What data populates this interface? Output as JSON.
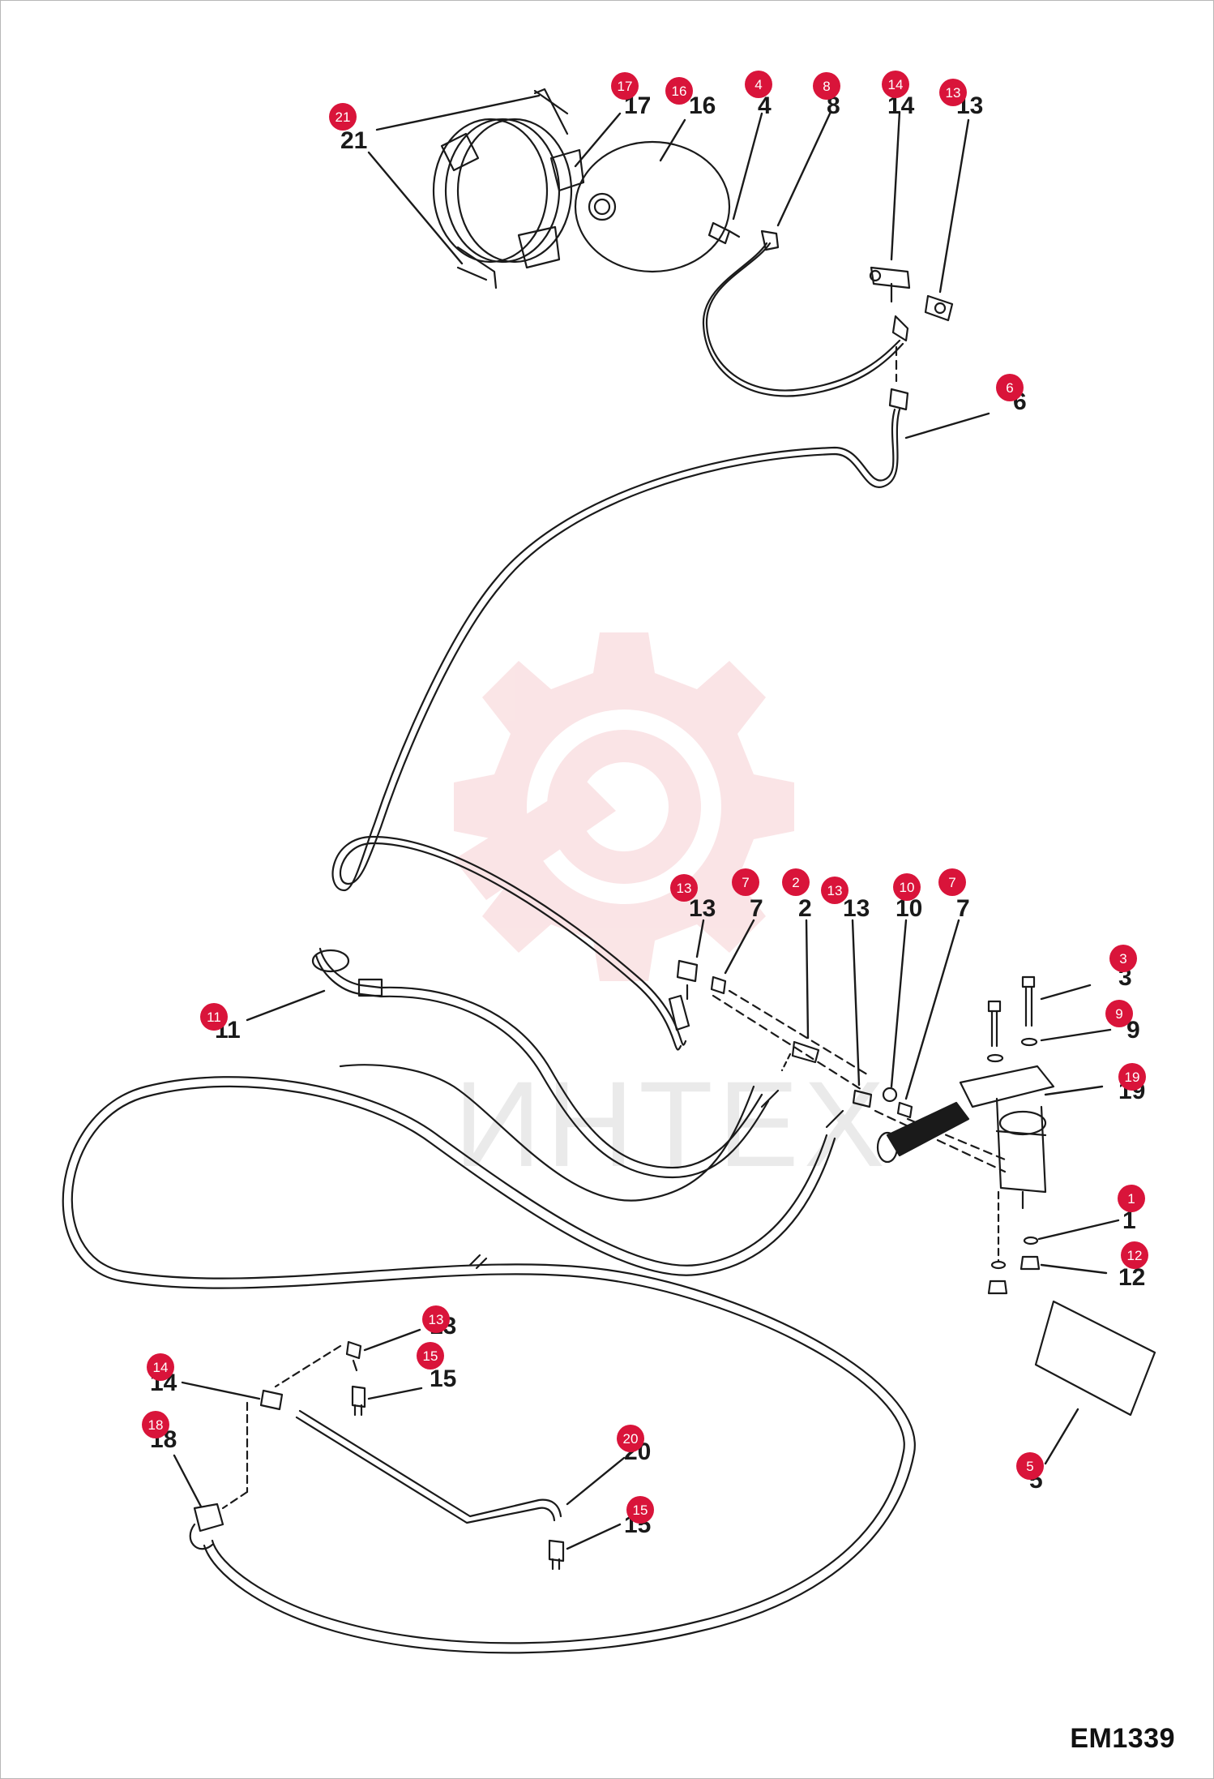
{
  "diagram": {
    "code": "EM1339",
    "colors": {
      "line": "#1a1a1a",
      "callout": "#d9143a",
      "callout_text": "#ffffff",
      "watermark": "#f2b9bd"
    }
  },
  "watermark": {
    "text": "ИНТЕХ"
  },
  "callouts": [
    {
      "id": "c21",
      "number": "21",
      "label": "21"
    },
    {
      "id": "c17",
      "number": "17",
      "label": "17"
    },
    {
      "id": "c16",
      "number": "16",
      "label": "16"
    },
    {
      "id": "c4",
      "number": "4",
      "label": "4"
    },
    {
      "id": "c8",
      "number": "8",
      "label": "8"
    },
    {
      "id": "c14a",
      "number": "14",
      "label": "14"
    },
    {
      "id": "c13a",
      "number": "13",
      "label": "13"
    },
    {
      "id": "c6",
      "number": "6",
      "label": "6"
    },
    {
      "id": "c13b",
      "number": "13",
      "label": "13"
    },
    {
      "id": "c7a",
      "number": "7",
      "label": "7"
    },
    {
      "id": "c2",
      "number": "2",
      "label": "2"
    },
    {
      "id": "c13c",
      "number": "13",
      "label": "13"
    },
    {
      "id": "c10",
      "number": "10",
      "label": "10"
    },
    {
      "id": "c7b",
      "number": "7",
      "label": "7"
    },
    {
      "id": "c3",
      "number": "3",
      "label": "3"
    },
    {
      "id": "c9",
      "number": "9",
      "label": "9"
    },
    {
      "id": "c19",
      "number": "19",
      "label": "19"
    },
    {
      "id": "c11",
      "number": "11",
      "label": "11"
    },
    {
      "id": "c1",
      "number": "1",
      "label": "1"
    },
    {
      "id": "c12",
      "number": "12",
      "label": "12"
    },
    {
      "id": "c13d",
      "number": "13",
      "label": "13"
    },
    {
      "id": "c14b",
      "number": "14",
      "label": "14"
    },
    {
      "id": "c15a",
      "number": "15",
      "label": "15"
    },
    {
      "id": "c18",
      "number": "18",
      "label": "18"
    },
    {
      "id": "c20",
      "number": "20",
      "label": "20"
    },
    {
      "id": "c15b",
      "number": "15",
      "label": "15"
    },
    {
      "id": "c5",
      "number": "5",
      "label": "5"
    }
  ]
}
